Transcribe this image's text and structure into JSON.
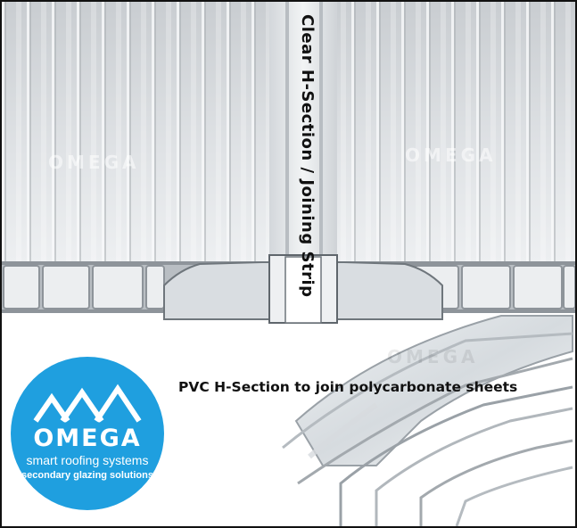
{
  "image": {
    "vertical_label": "Clear H-Section / Joining Strip",
    "caption": "PVC H-Section to join polycarbonate sheets",
    "watermark": "OMEGA",
    "logo": {
      "wordmark": "OMEGA",
      "tagline_primary": "smart roofing systems",
      "tagline_secondary": "secondary glazing solutions",
      "brand_color": "#1f9fdf"
    }
  }
}
